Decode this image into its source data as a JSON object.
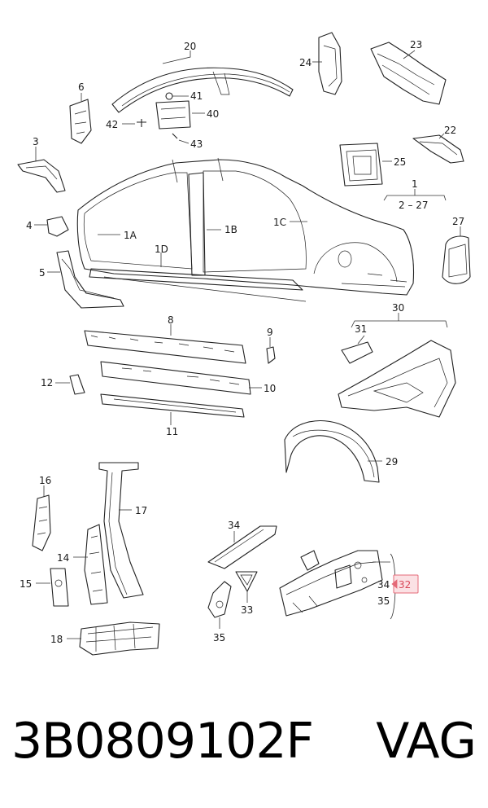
{
  "diagram": {
    "labels": {
      "l20": "20",
      "l24": "24",
      "l23": "23",
      "l6": "6",
      "l41": "41",
      "l40": "40",
      "l42": "42",
      "l43": "43",
      "l22": "22",
      "l3": "3",
      "l25": "25",
      "l1": "1",
      "l2_27": "2 – 27",
      "l4": "4",
      "l1A": "1A",
      "l1B": "1B",
      "l1C": "1C",
      "l27": "27",
      "l1D": "1D",
      "l5": "5",
      "l8": "8",
      "l9": "9",
      "l30": "30",
      "l31": "31",
      "l12": "12",
      "l10": "10",
      "l11": "11",
      "l29": "29",
      "l16": "16",
      "l17": "17",
      "l34a": "34",
      "l14": "14",
      "l15": "15",
      "l33": "33",
      "l34b": "34",
      "l32": "32",
      "l35a": "35",
      "l35b": "35",
      "l18": "18"
    },
    "highlight_color": "#e46a78"
  },
  "footer": {
    "part_number": "3B0809102F",
    "brand": "VAG"
  }
}
